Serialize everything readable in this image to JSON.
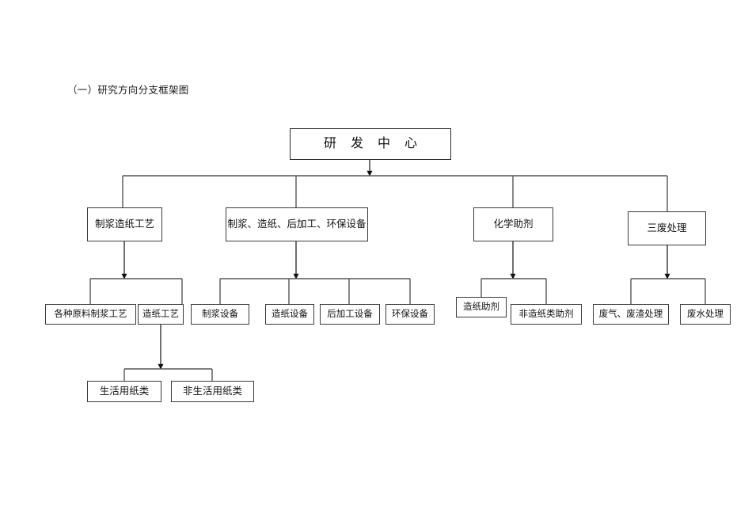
{
  "page": {
    "title": "（一）研究方向分支框架图",
    "background": "#ffffff",
    "line_color": "#555555",
    "border_color": "#3a3a3a",
    "text_color": "#111111"
  },
  "chart_data": {
    "type": "diagram",
    "title": "（一）研究方向分支框架图",
    "diagram_kind": "organizational-tree",
    "orientation": "top-down",
    "root": "研 发 中 心",
    "levels": 4,
    "nodes": {
      "root": {
        "label": "研 发 中 心"
      },
      "level2": [
        {
          "label": "制浆造纸工艺"
        },
        {
          "label": "制浆、造纸、后加工、环保设备"
        },
        {
          "label": "化学助剂"
        },
        {
          "label": "三废处理"
        }
      ],
      "level3": [
        {
          "label": "各种原料制浆工艺",
          "parent": "制浆造纸工艺"
        },
        {
          "label": "造纸工艺",
          "parent": "制浆造纸工艺"
        },
        {
          "label": "制浆设备",
          "parent": "制浆、造纸、后加工、环保设备"
        },
        {
          "label": "造纸设备",
          "parent": "制浆、造纸、后加工、环保设备"
        },
        {
          "label": "后加工设备",
          "parent": "制浆、造纸、后加工、环保设备"
        },
        {
          "label": "环保设备",
          "parent": "制浆、造纸、后加工、环保设备"
        },
        {
          "label": "造纸助剂",
          "parent": "化学助剂"
        },
        {
          "label": "非造纸类助剂",
          "parent": "化学助剂"
        },
        {
          "label": "废气、废渣处理",
          "parent": "三废处理"
        },
        {
          "label": "废水处理",
          "parent": "三废处理"
        }
      ],
      "level4": [
        {
          "label": "生活用纸类",
          "parent": "造纸工艺"
        },
        {
          "label": "非生活用纸类",
          "parent": "造纸工艺"
        }
      ]
    }
  }
}
